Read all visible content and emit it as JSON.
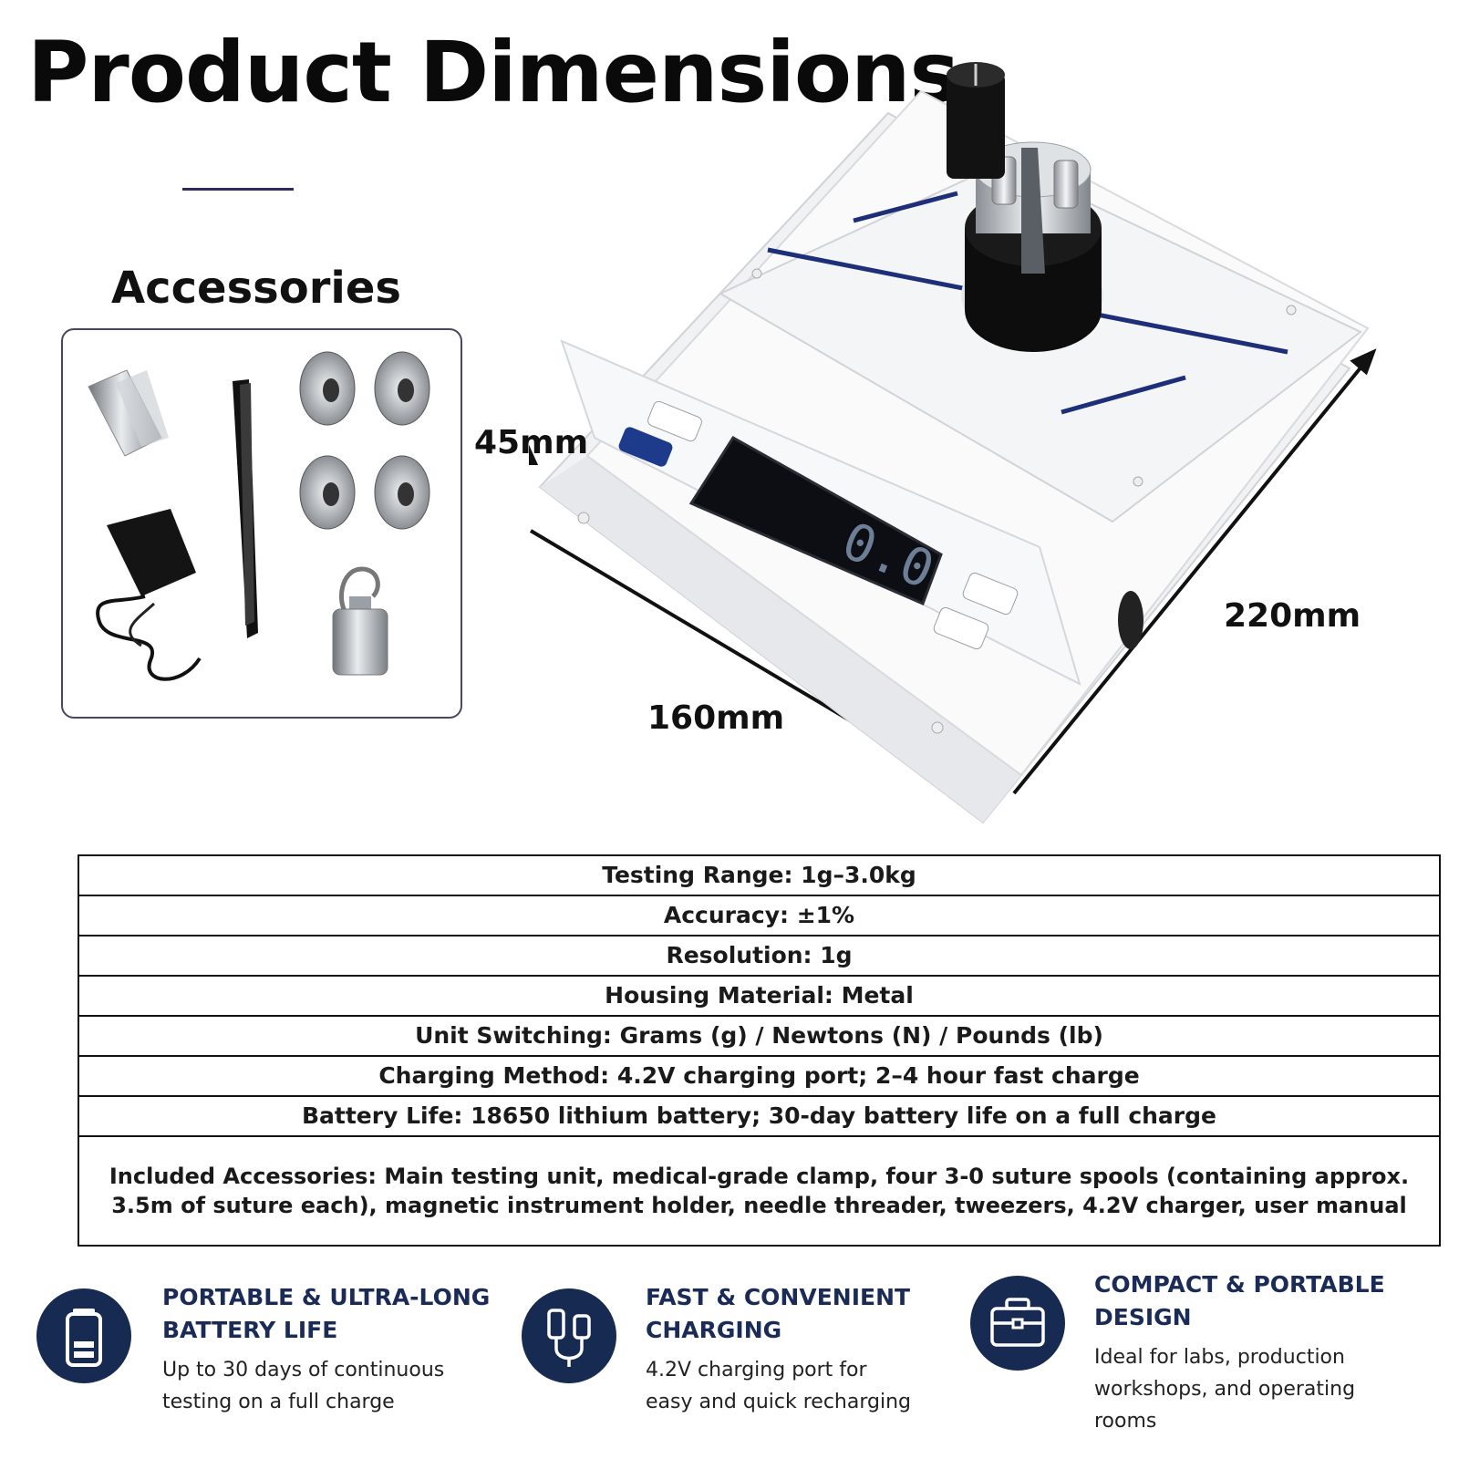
{
  "header": {
    "title": "Product Dimensions"
  },
  "accessories": {
    "heading": "Accessories"
  },
  "scale": {
    "display_reading": "0.0"
  },
  "dimensions": {
    "height": "45mm",
    "depth": "220mm",
    "width": "160mm"
  },
  "specs": [
    "Testing Range: 1g–3.0kg",
    "Accuracy: ±1%",
    "Resolution: 1g",
    "Housing Material: Metal",
    "Unit Switching: Grams (g) / Newtons (N) / Pounds (lb)",
    "Charging Method: 4.2V charging port; 2–4 hour fast charge",
    "Battery Life: 18650 lithium battery; 30-day battery life on a full charge",
    "Included Accessories: Main testing unit, medical-grade clamp, four 3-0 suture spools (containing approx. 3.5m of suture each), magnetic instrument holder, needle threader, tweezers, 4.2V charger, user manual"
  ],
  "features": [
    {
      "icon": "battery-icon",
      "title_lines": [
        "PORTABLE & ULTRA-LONG",
        "BATTERY LIFE"
      ],
      "desc_lines": [
        "Up to 30 days of continuous",
        "testing on a full charge"
      ]
    },
    {
      "icon": "usb-cable-icon",
      "title_lines": [
        "FAST & CONVENIENT",
        "CHARGING"
      ],
      "desc_lines": [
        "4.2V charging port for",
        "easy and quick recharging"
      ]
    },
    {
      "icon": "toolbox-icon",
      "title_lines": [
        "COMPACT & PORTABLE",
        "DESIGN"
      ],
      "desc_lines": [
        "Ideal for labs, production",
        "workshops, and operating",
        "rooms"
      ]
    }
  ],
  "colors": {
    "accent_navy": "#172a52",
    "stripe_blue": "#1e2f7a",
    "display_bg": "#0c0e14"
  }
}
